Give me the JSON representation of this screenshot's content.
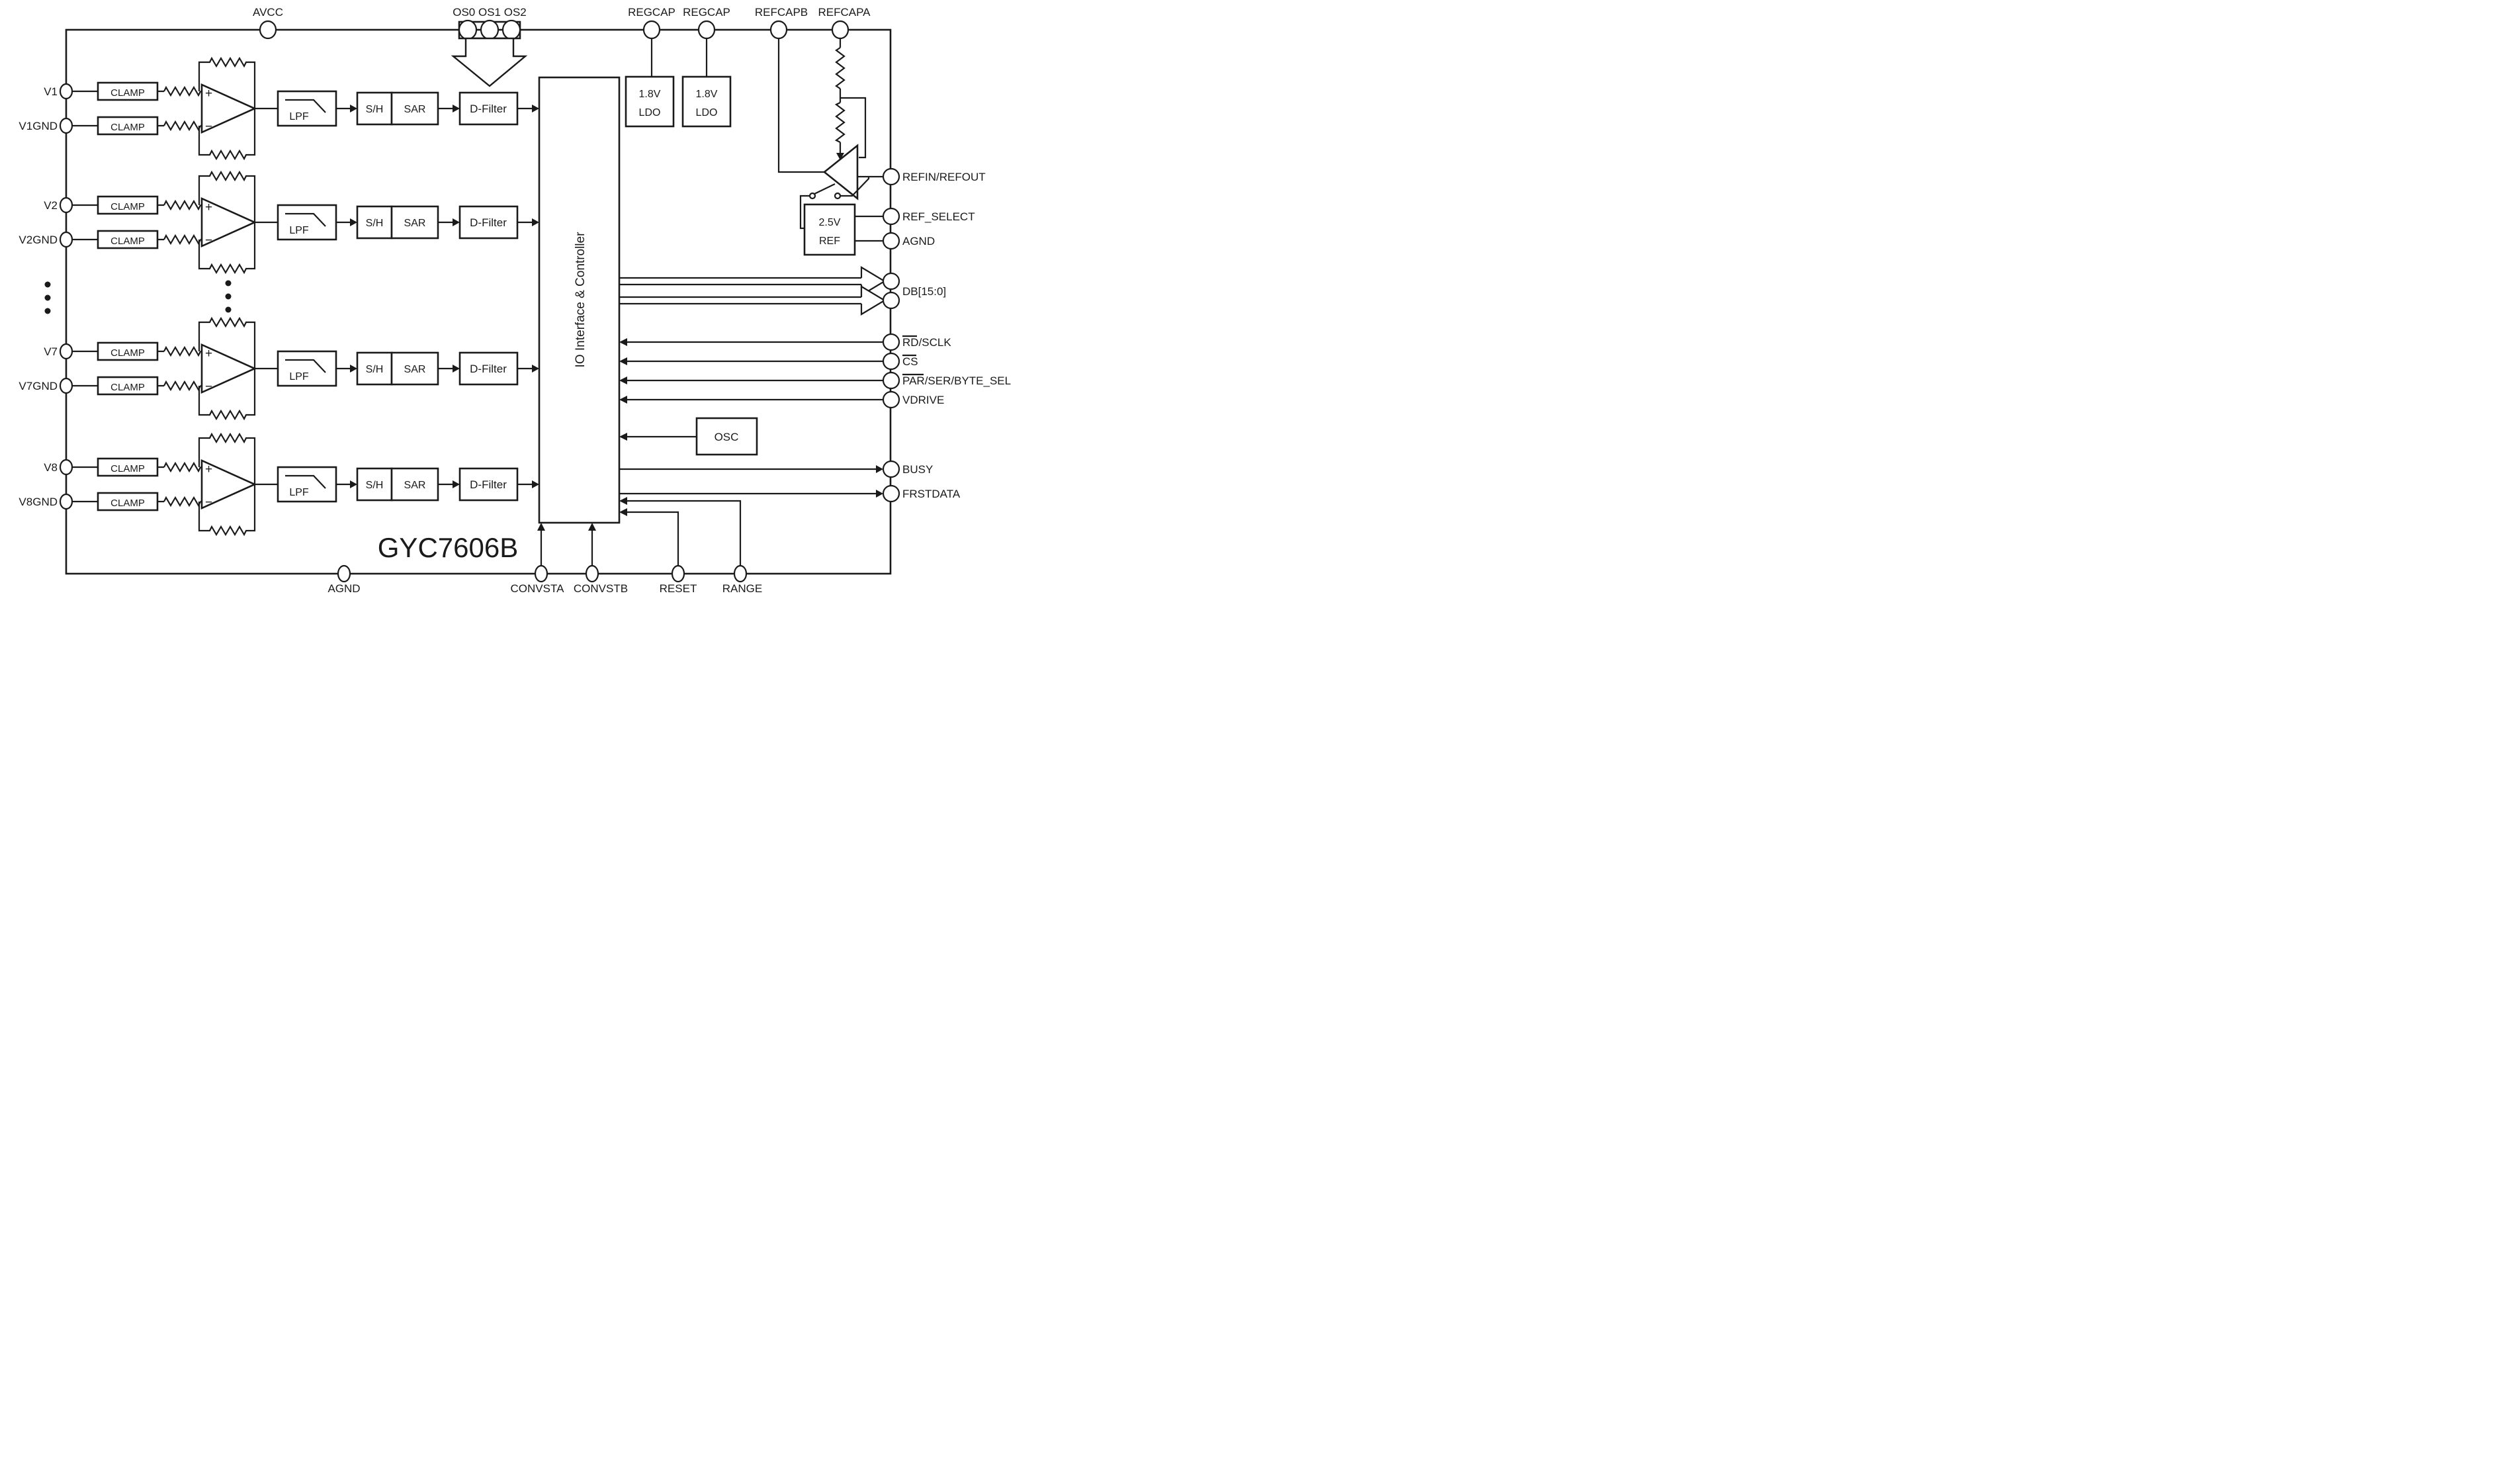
{
  "title": "GYC7606B",
  "colors": {
    "ink": "#1a1a1a",
    "background": "#ffffff"
  },
  "top_pins": {
    "avcc": "AVCC",
    "os": "OS0 OS1 OS2",
    "regcap1": "REGCAP",
    "regcap2": "REGCAP",
    "refcapb": "REFCAPB",
    "refcapa": "REFCAPA"
  },
  "left_pins": [
    "V1",
    "V1GND",
    "V2",
    "V2GND",
    "V7",
    "V7GND",
    "V8",
    "V8GND"
  ],
  "bottom_pins": {
    "agnd": "AGND",
    "convsta": "CONVSTA",
    "convstb": "CONVSTB",
    "reset": "RESET",
    "range": "RANGE"
  },
  "right_pins": {
    "refin": "REFIN/REFOUT",
    "ref_select": "REF_SELECT",
    "agnd": "AGND",
    "db": "DB[15:0]",
    "rd_sclk_bar": "RD",
    "rd_sclk_rest": "/SCLK",
    "cs_bar": "CS",
    "cs_rest": "",
    "par_bar": "PAR",
    "par_rest": "/SER/BYTE_SEL",
    "vdrive": "VDRIVE",
    "busy": "BUSY",
    "frstdata": "FRSTDATA"
  },
  "blocks": {
    "clamp": "CLAMP",
    "lpf": "LPF",
    "sh": "S/H",
    "sar": "SAR",
    "dfilter": "D-Filter",
    "io": "IO Interface & Controller",
    "ldo_l1": "1.8V",
    "ldo_l2": "LDO",
    "ref_l1": "2.5V",
    "ref_l2": "REF",
    "osc": "OSC"
  },
  "amp_marks": {
    "plus": "+",
    "minus": "−"
  }
}
